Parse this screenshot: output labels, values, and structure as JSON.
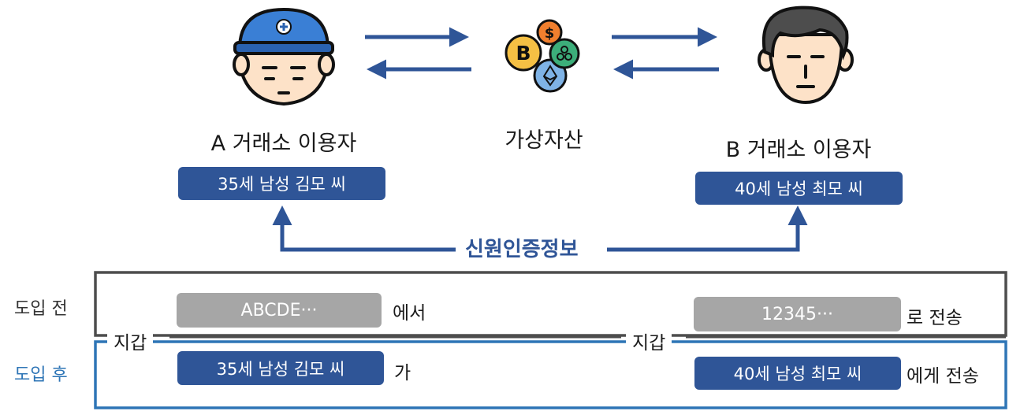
{
  "users": {
    "a": {
      "label": "A 거래소 이용자",
      "identity": "35세 남성 김모 씨"
    },
    "b": {
      "label": "B 거래소 이용자",
      "identity": "40세 남성 최모 씨"
    }
  },
  "asset_label": "가상자산",
  "credential_label": "신원인증정보",
  "before": {
    "row_label": "도입 전",
    "from_wallet": "ABCDE···",
    "from_suffix": "에서",
    "to_wallet": "12345···",
    "to_suffix": "로 전송"
  },
  "after": {
    "row_label": "도입 후",
    "from_identity": "35세 남성 김모 씨",
    "from_suffix": "가",
    "to_identity": "40세 남성 최모 씨",
    "to_suffix": "에게 전송"
  },
  "wallet_label_left": "지갑",
  "wallet_label_right": "지갑",
  "colors": {
    "primary": "#2f5597",
    "gray": "#a6a6a6",
    "box_before": "#4d4d4d",
    "box_after": "#2e75b6"
  },
  "icons": {
    "user_a": "helmet-person-icon",
    "user_b": "person-icon",
    "asset": "crypto-coins-icon"
  }
}
